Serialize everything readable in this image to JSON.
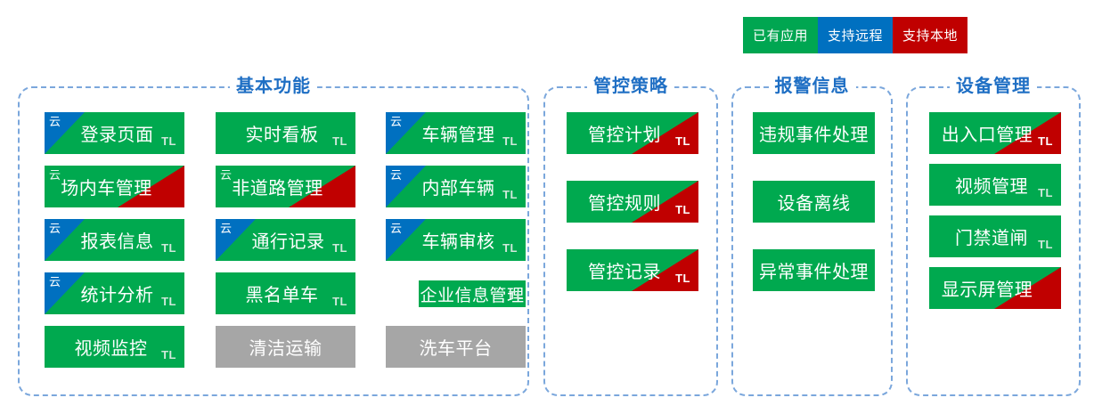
{
  "legend": {
    "items": [
      {
        "label": "已有应用",
        "color": "#00A651",
        "name": "legend-existing-app"
      },
      {
        "label": "支持远程",
        "color": "#0070C0",
        "name": "legend-supports-remote"
      },
      {
        "label": "支持本地",
        "color": "#C00000",
        "name": "legend-supports-local"
      }
    ]
  },
  "badges": {
    "cloud": "云",
    "tl": "TL"
  },
  "colors": {
    "green": "#00A94F",
    "blue": "#0070C0",
    "red": "#C00000",
    "gray": "#A6A6A6",
    "panel_border": "#7BA7DC",
    "title": "#1F6FC4"
  },
  "panels": [
    {
      "title": "基本功能",
      "name": "panel-basic-functions",
      "cards": [
        {
          "label": "登录页面",
          "style": "green",
          "cloud": true,
          "red": false,
          "tl": true
        },
        {
          "label": "实时看板",
          "style": "green",
          "cloud": false,
          "red": false,
          "tl": true
        },
        {
          "label": "车辆管理",
          "style": "green",
          "cloud": true,
          "red": false,
          "tl": true
        },
        {
          "label": "场内车管理",
          "style": "green",
          "cloud": true,
          "red": true,
          "tl": false
        },
        {
          "label": "非道路管理",
          "style": "green",
          "cloud": true,
          "red": true,
          "tl": false
        },
        {
          "label": "内部车辆",
          "style": "green",
          "cloud": true,
          "red": false,
          "tl": true
        },
        {
          "label": "报表信息",
          "style": "green",
          "cloud": true,
          "red": false,
          "tl": true
        },
        {
          "label": "通行记录",
          "style": "green",
          "cloud": true,
          "red": false,
          "tl": true
        },
        {
          "label": "车辆审核",
          "style": "green",
          "cloud": true,
          "red": false,
          "tl": true
        },
        {
          "label": "统计分析",
          "style": "green",
          "cloud": true,
          "red": false,
          "tl": true
        },
        {
          "label": "黑名单车",
          "style": "green",
          "cloud": false,
          "red": false,
          "tl": true
        },
        {
          "label": "企业信息管理",
          "style": "green",
          "cloud": false,
          "red": false,
          "tl": true,
          "tight": true
        },
        {
          "label": "视频监控",
          "style": "green",
          "cloud": false,
          "red": false,
          "tl": true
        },
        {
          "label": "清洁运输",
          "style": "gray",
          "cloud": false,
          "red": false,
          "tl": false
        },
        {
          "label": "洗车平台",
          "style": "gray",
          "cloud": false,
          "red": false,
          "tl": false
        }
      ]
    },
    {
      "title": "管控策略",
      "name": "panel-control-strategy",
      "cards": [
        {
          "label": "管控计划",
          "style": "green",
          "cloud": false,
          "red": true,
          "tl": true
        },
        {
          "label": "管控规则",
          "style": "green",
          "cloud": false,
          "red": true,
          "tl": true
        },
        {
          "label": "管控记录",
          "style": "green",
          "cloud": false,
          "red": true,
          "tl": true
        }
      ]
    },
    {
      "title": "报警信息",
      "name": "panel-alarm-info",
      "cards": [
        {
          "label": "违规事件处理",
          "style": "green",
          "cloud": false,
          "red": false,
          "tl": false
        },
        {
          "label": "设备离线",
          "style": "green",
          "cloud": false,
          "red": false,
          "tl": false
        },
        {
          "label": "异常事件处理",
          "style": "green",
          "cloud": false,
          "red": false,
          "tl": false
        }
      ]
    },
    {
      "title": "设备管理",
      "name": "panel-device-management",
      "cards": [
        {
          "label": "出入口管理",
          "style": "green",
          "cloud": false,
          "red": true,
          "tl": true
        },
        {
          "label": "视频管理",
          "style": "green",
          "cloud": false,
          "red": false,
          "tl": true
        },
        {
          "label": "门禁道闸",
          "style": "green",
          "cloud": false,
          "red": false,
          "tl": true
        },
        {
          "label": "显示屏管理",
          "style": "green",
          "cloud": false,
          "red": true,
          "tl": false
        }
      ]
    }
  ]
}
